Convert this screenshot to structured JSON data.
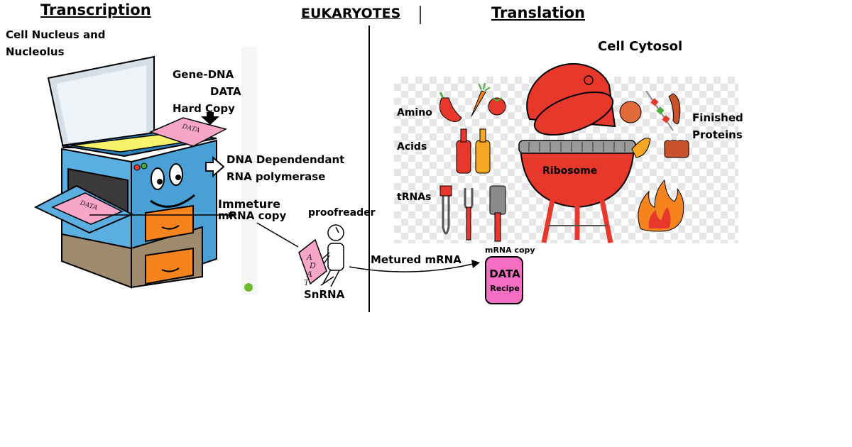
{
  "header": {
    "left_title": "Transcription",
    "center_title": "EUKARYOTES",
    "right_title": "Translation"
  },
  "transcription": {
    "location_line1": "Cell Nucleus and",
    "location_line2": "Nucleolus",
    "gene_dna": "Gene-DNA",
    "data": "DATA",
    "hard_copy": "Hard Copy",
    "paper_label": "DATA",
    "tray_paper_label": "DATA",
    "polymerase_line1": "DNA Dependendant",
    "polymerase_line2": "RNA polymerase",
    "immature_line1": "Immeture",
    "immature_line2": "mRNA copy"
  },
  "processing": {
    "proofreader": "proofreader",
    "snrna": "SnRNA",
    "sheet_letters": "ADAT",
    "matured_mrna": "Metured mRNA",
    "mrna_copy": "mRNA copy",
    "card_title": "DATA",
    "card_subtitle": "Recipe"
  },
  "translation": {
    "location": "Cell Cytosol",
    "amino": "Amino",
    "acids": "Acids",
    "trnas": "tRNAs",
    "ribosome": "Ribosome",
    "finished_line1": "Finished",
    "finished_line2": "Proteins"
  },
  "colors": {
    "copier_blue": "#5aaee0",
    "copier_dark": "#2e7fb8",
    "paper_pink": "#f7a6c8",
    "card_pink": "#f46fc3",
    "grill_red": "#e8382b",
    "drawer_orange": "#f5841f",
    "drawer_brown": "#a08a6e",
    "glass_yellow": "#f7f36a"
  }
}
